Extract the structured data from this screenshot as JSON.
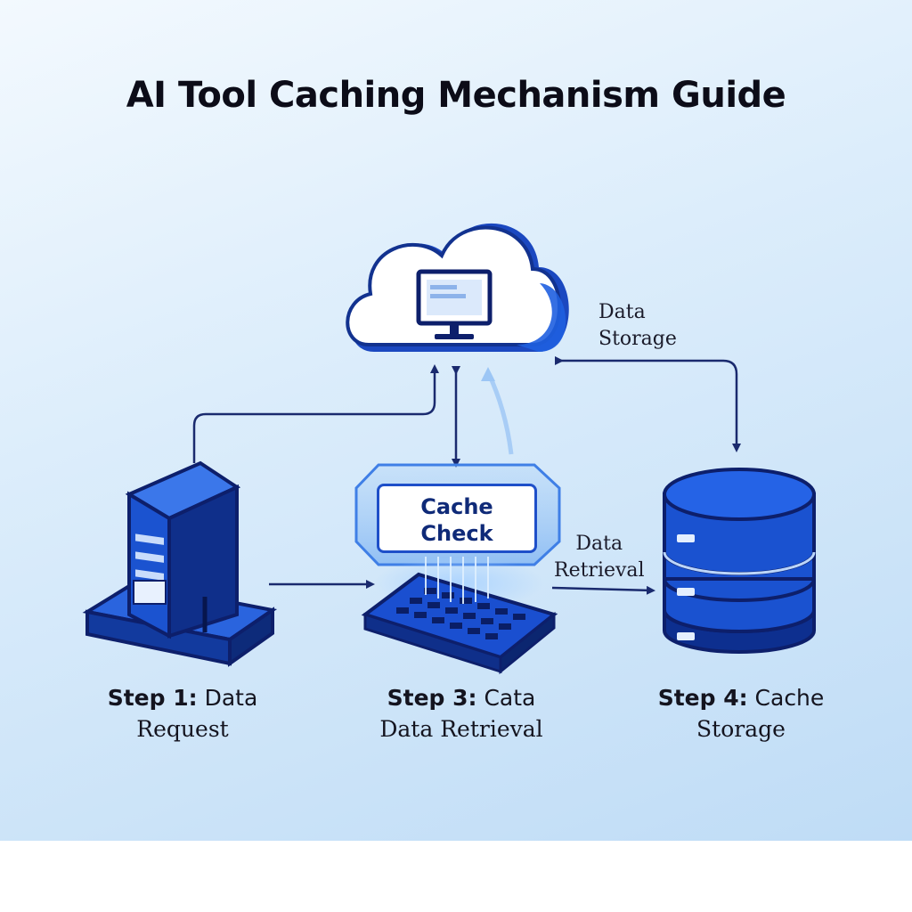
{
  "title": "AI Tool Caching Mechanism Guide",
  "labels": {
    "data_storage_line1": "Data",
    "data_storage_line2": "Storage",
    "data_retrieval_line1": "Data",
    "data_retrieval_line2": "Retrieval"
  },
  "cache_check": {
    "line1": "Cache",
    "line2": "Check"
  },
  "steps": [
    {
      "prefix": "Step 1:",
      "rest": " Data",
      "line2": "Request"
    },
    {
      "prefix": "Step 3:",
      "rest": " Cata",
      "line2": "Data Retrieval"
    },
    {
      "prefix": "Step 4:",
      "rest": " Cache",
      "line2": "Storage"
    }
  ],
  "icons": [
    "cloud-icon",
    "monitor-icon",
    "server-icon",
    "processor-chip-icon",
    "database-icon"
  ],
  "colors": {
    "primary_blue": "#1e5be0",
    "dark_navy": "#0d1f6b",
    "line_navy": "#1a2a6e",
    "background_light": "#e6f2fc"
  }
}
